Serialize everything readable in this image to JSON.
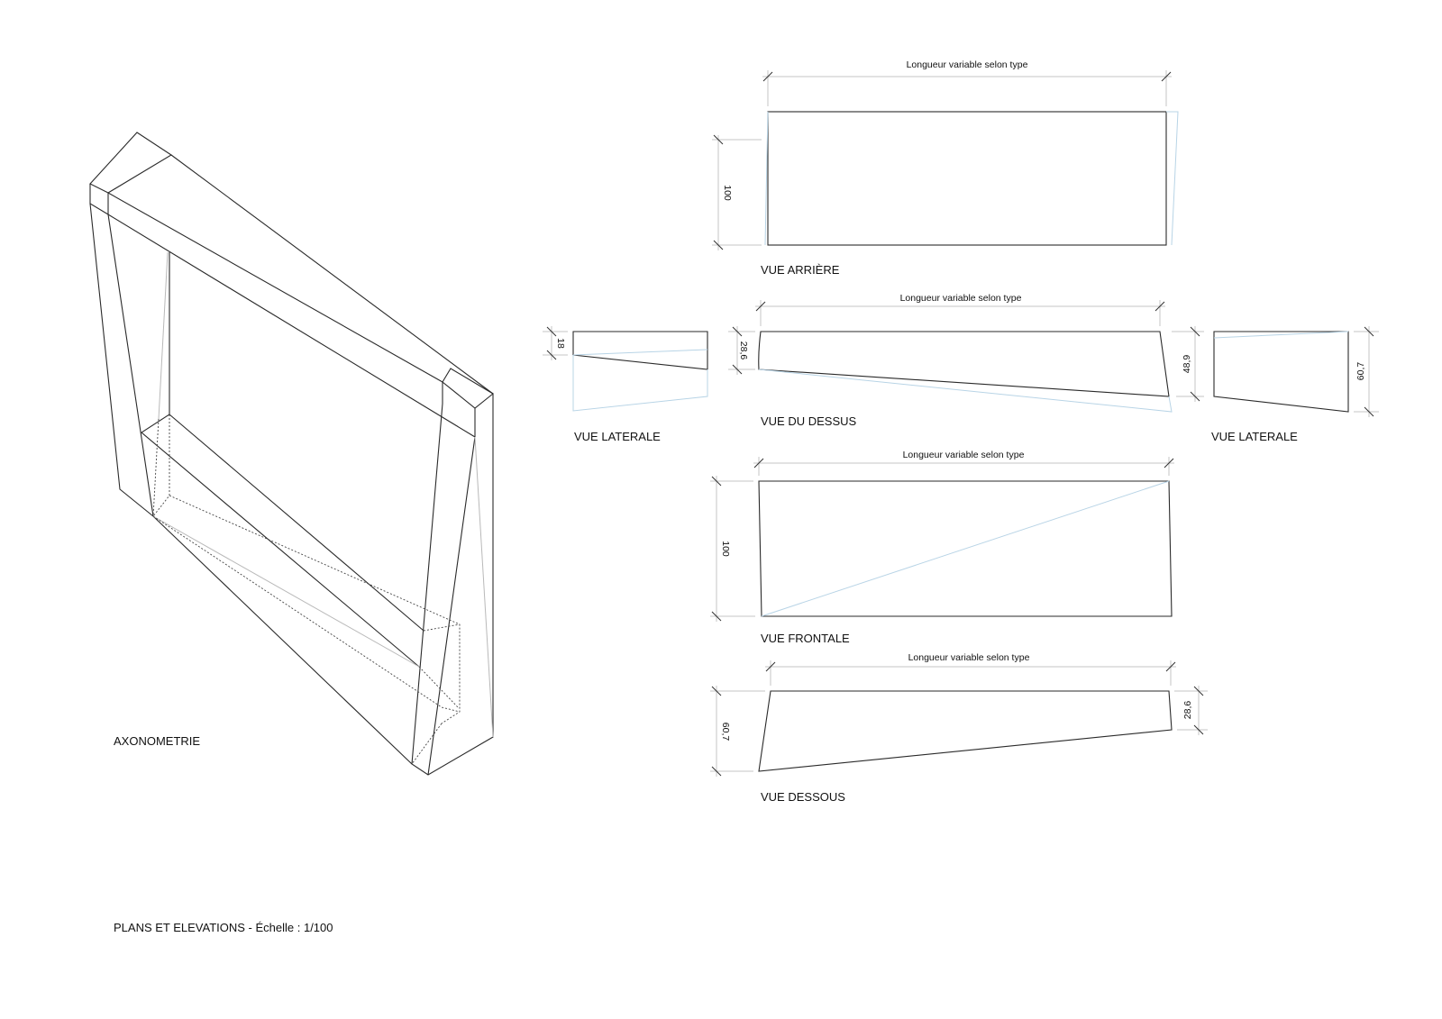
{
  "axonometry": {
    "label": "AXONOMETRIE"
  },
  "footer": {
    "title": "PLANS ET ELEVATIONS - Échelle : 1/100"
  },
  "views": {
    "arriere": {
      "label": "VUE ARRIÈRE",
      "length_dim": "Longueur variable selon type",
      "height_dim": "100"
    },
    "laterale_left": {
      "label": "VUE LATERALE",
      "height_dim": "18"
    },
    "dessus": {
      "label": "VUE DU DESSUS",
      "length_dim": "Longueur variable selon type",
      "left_dim": "28,6",
      "right_dim": "48,9"
    },
    "laterale_right": {
      "label": "VUE LATERALE",
      "height_dim": "60,7"
    },
    "frontale": {
      "label": "VUE FRONTALE",
      "length_dim": "Longueur variable selon type",
      "height_dim": "100"
    },
    "dessous": {
      "label": "VUE DESSOUS",
      "length_dim": "Longueur variable selon type",
      "left_dim": "60,7",
      "right_dim": "28,6"
    }
  },
  "colors": {
    "line": "#2a2a2a",
    "hidden_line": "#b8d4e6",
    "dimension": "#c4c4c4"
  }
}
